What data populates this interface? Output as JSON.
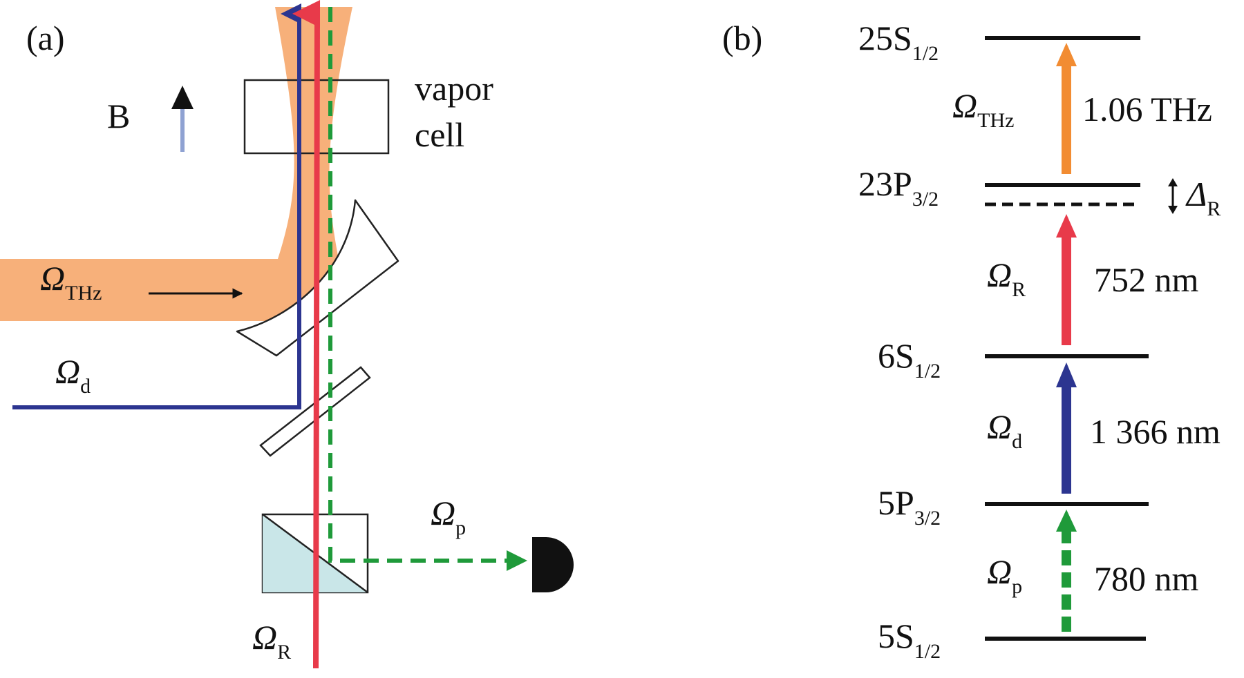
{
  "colors": {
    "thz_beam": "#F7B07A",
    "drive": "#2C3590",
    "rydberg": "#E83A4A",
    "probe": "#1F9A3A",
    "thz_arrow": "#F28C32",
    "level": "#111111",
    "b_arrow_head": "#111111",
    "b_arrow_shaft": "#8FA2D2",
    "cube": "#C9E6E8"
  },
  "panel_a": {
    "label": "(a)",
    "b_field": "B",
    "vapor_cell": {
      "line1": "vapor",
      "line2": "cell"
    },
    "omega_thz": {
      "symbol": "Ω",
      "sub": "THz"
    },
    "omega_d": {
      "symbol": "Ω",
      "sub": "d"
    },
    "omega_p": {
      "symbol": "Ω",
      "sub": "p"
    },
    "omega_r": {
      "symbol": "Ω",
      "sub": "R"
    },
    "icons": [
      "b-field-arrow-icon",
      "parabolic-mirror-icon",
      "dichroic-mirror-icon",
      "beam-splitter-cube-icon",
      "photodetector-icon"
    ]
  },
  "panel_b": {
    "label": "(b)",
    "levels": [
      {
        "main": "25S",
        "sub": "1/2"
      },
      {
        "main": "23P",
        "sub": "3/2"
      },
      {
        "main": "6S",
        "sub": "1/2"
      },
      {
        "main": "5P",
        "sub": "3/2"
      },
      {
        "main": "5S",
        "sub": "1/2"
      }
    ],
    "transitions": [
      {
        "symbol": "Ω",
        "sub": "THz",
        "wavelength": "1.06 THz"
      },
      {
        "symbol": "Ω",
        "sub": "R",
        "wavelength": "752 nm"
      },
      {
        "symbol": "Ω",
        "sub": "d",
        "wavelength": "1 366 nm"
      },
      {
        "symbol": "Ω",
        "sub": "p",
        "wavelength": "780 nm"
      }
    ],
    "detuning": {
      "symbol": "Δ",
      "sub": "R"
    }
  }
}
